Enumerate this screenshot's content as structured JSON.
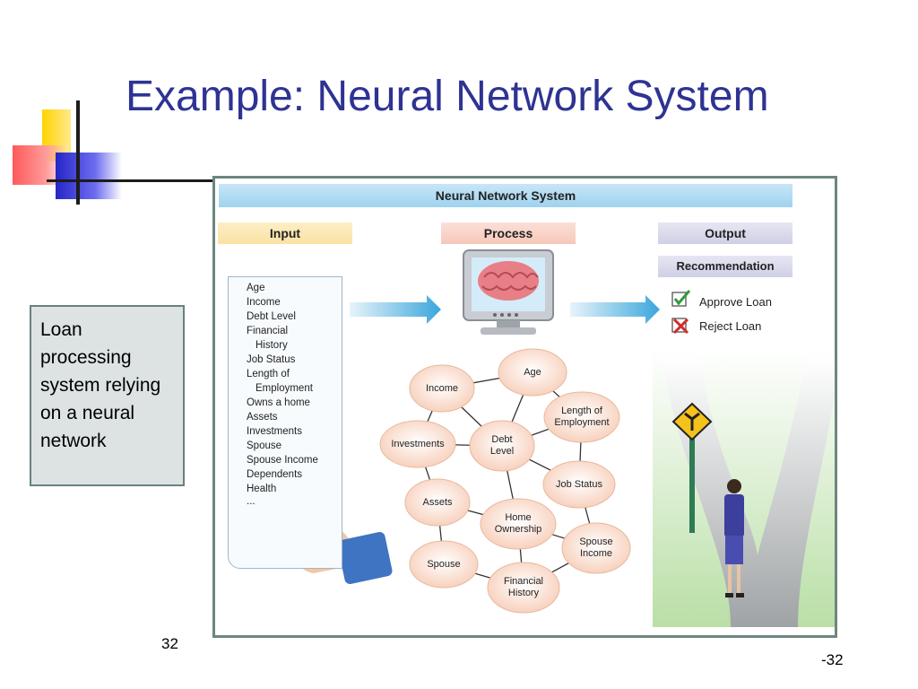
{
  "slide": {
    "title": "Example: Neural Network System",
    "side_note": "Loan processing system relying on a neural network",
    "page_number_left": "32",
    "page_number_right": "-32"
  },
  "figure": {
    "title": "Neural Network System",
    "headers": {
      "input": "Input",
      "process": "Process",
      "output": "Output",
      "recommendation": "Recommendation"
    },
    "inputs": [
      "Age",
      "Income",
      "Debt Level",
      "Financial",
      "History",
      "Job Status",
      "Length of",
      "Employment",
      "Owns a home",
      "Assets",
      "Investments",
      "Spouse",
      "Spouse Income",
      "Dependents",
      "Health",
      "..."
    ],
    "outputs": {
      "approve": "Approve Loan",
      "reject": "Reject Loan"
    },
    "nodes": {
      "age": "Age",
      "income": "Income",
      "length_of_employment": [
        "Length of",
        "Employment"
      ],
      "investments": "Investments",
      "debt_level": [
        "Debt",
        "Level"
      ],
      "job_status": "Job Status",
      "assets": "Assets",
      "home_ownership": [
        "Home",
        "Ownership"
      ],
      "spouse": "Spouse",
      "spouse_income": [
        "Spouse",
        "Income"
      ],
      "financial_history": [
        "Financial",
        "History"
      ]
    },
    "colors": {
      "title_bar": "#9fd2ef",
      "input_header": "#f9e2a4",
      "process_header": "#f6c7b8",
      "output_header": "#cfcfe6",
      "arrow": "#3aa6dc",
      "node_fill": "#fde8dc",
      "approve_check": "#2e9a3a",
      "reject_x": "#d42a2a"
    }
  }
}
